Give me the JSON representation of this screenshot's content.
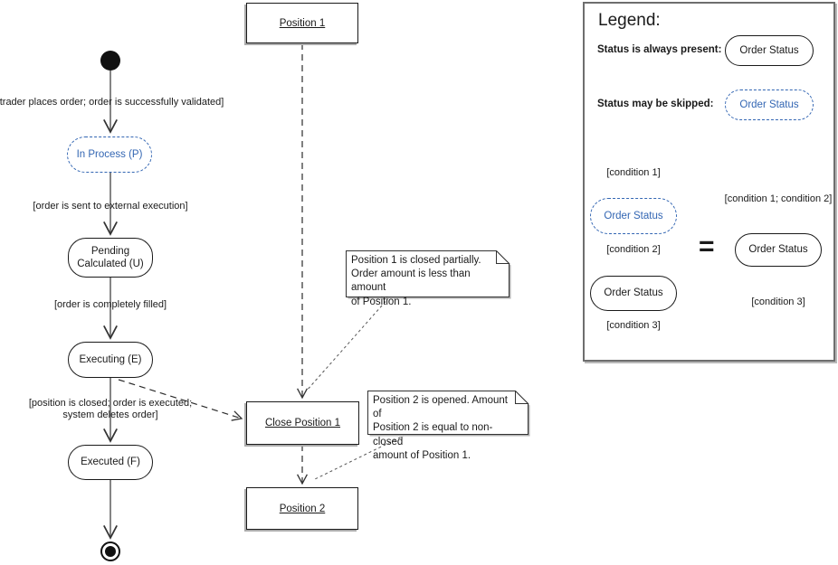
{
  "colors": {
    "accent_blue": "#3366b3",
    "flow_line_gray": "#666666",
    "text": "#1a1a1a"
  },
  "main": {
    "transitions": {
      "t1": "[trader places order; order is successfully validated]",
      "t2": "[order is sent to external execution]",
      "t3": "[order is completely filled]",
      "t4_line1": "[position is closed; order is executed;",
      "t4_line2": "system deletes order]"
    },
    "states": {
      "in_process": "In Process (P)",
      "pending_line1": "Pending",
      "pending_line2": "Calculated (U)",
      "executing": "Executing (E)",
      "executed": "Executed (F)"
    },
    "positions": {
      "position1": "Position 1",
      "close_position1": "Close Position 1",
      "position2": "Position 2"
    },
    "notes": {
      "note1_line1": "Position 1 is closed partially.",
      "note1_line2": "Order amount is less than amount",
      "note1_line3": "of Position 1.",
      "note2_line1": "Position 2 is opened. Amount of",
      "note2_line2": "Position 2 is equal to non-closed",
      "note2_line3": "amount of Position 1."
    }
  },
  "legend": {
    "title": "Legend:",
    "always_label": "Status is always present:",
    "skipped_label": "Status may be skipped:",
    "order_status": "Order Status",
    "equals": "=",
    "left_flow": {
      "c1": "[condition 1]",
      "c2": "[condition 2]",
      "c3": "[condition 3]"
    },
    "right_flow": {
      "c12": "[condition 1; condition 2]",
      "c3": "[condition 3]"
    }
  }
}
